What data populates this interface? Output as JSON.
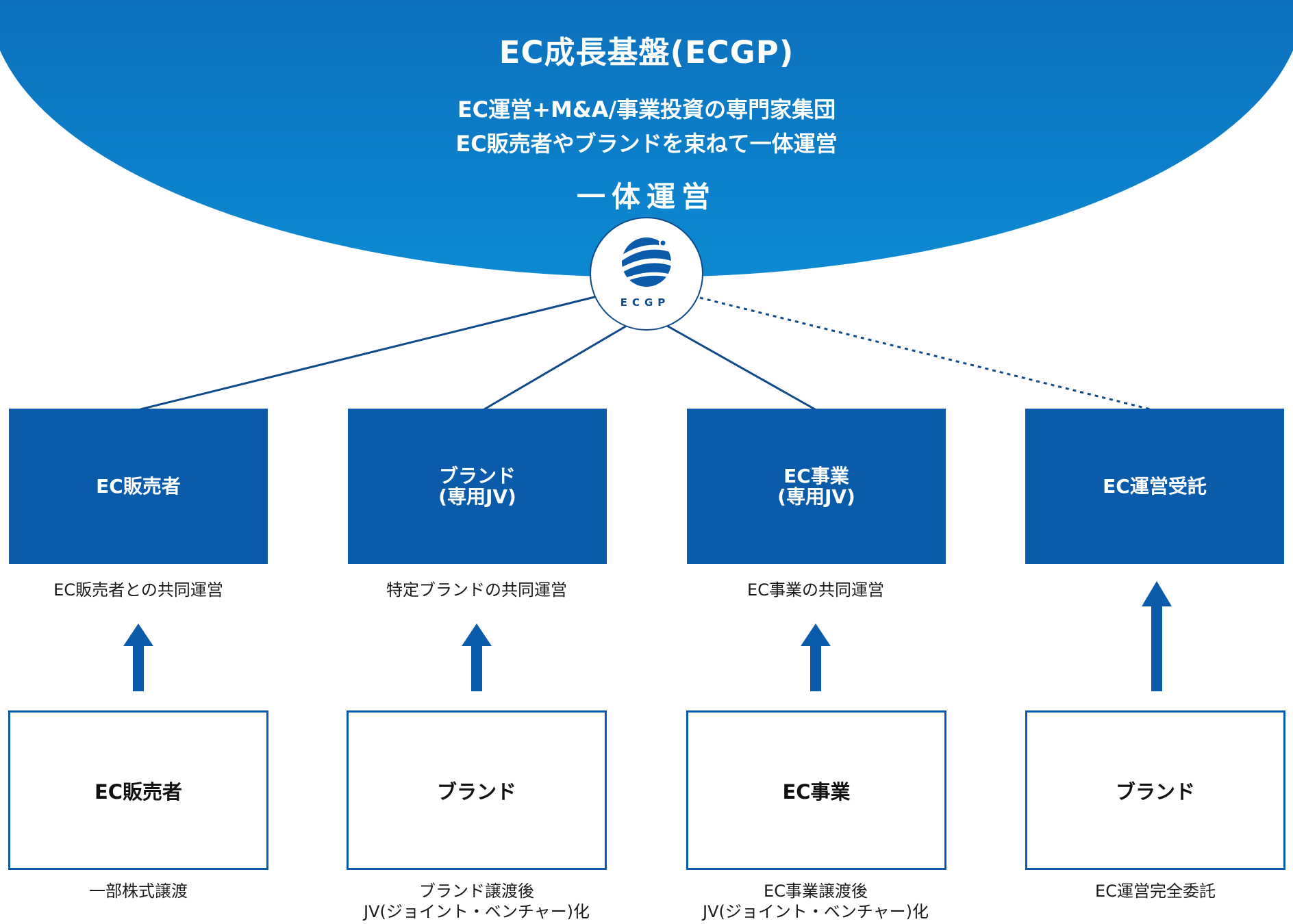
{
  "header": {
    "title": "EC成長基盤(ECGP)",
    "line1": "EC運営+M&A/事業投資の専門家集団",
    "line2": "EC販売者やブランドを束ねて一体運営",
    "unified_label": "一体運営"
  },
  "logo": {
    "label": "ECGP",
    "icon": "ecgp-globe-logo"
  },
  "colors": {
    "primary": "#0a5baa",
    "gradient_top": "#0a56a6",
    "gradient_bottom": "#0d8ad3"
  },
  "columns": [
    {
      "top_label_lines": [
        "EC販売者"
      ],
      "description": "EC販売者との共同運営",
      "bottom_label": "EC販売者",
      "footer_lines": [
        "一部株式譲渡"
      ],
      "connector": "solid"
    },
    {
      "top_label_lines": [
        "ブランド",
        "(専用JV)"
      ],
      "description": "特定ブランドの共同運営",
      "bottom_label": "ブランド",
      "footer_lines": [
        "ブランド譲渡後",
        "JV(ジョイント・ベンチャー)化"
      ],
      "connector": "solid"
    },
    {
      "top_label_lines": [
        "EC事業",
        "(専用JV)"
      ],
      "description": "EC事業の共同運営",
      "bottom_label": "EC事業",
      "footer_lines": [
        "EC事業譲渡後",
        "JV(ジョイント・ベンチャー)化"
      ],
      "connector": "solid"
    },
    {
      "top_label_lines": [
        "EC運営受託"
      ],
      "description": "",
      "bottom_label": "ブランド",
      "footer_lines": [
        "EC運営完全委託"
      ],
      "connector": "dotted"
    }
  ]
}
